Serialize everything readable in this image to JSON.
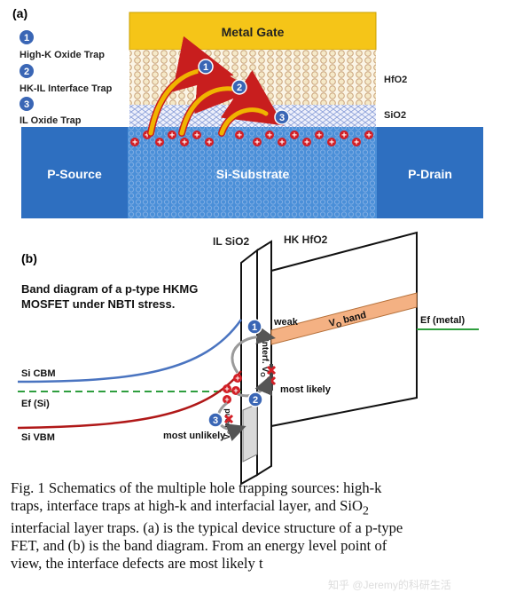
{
  "panel_a": {
    "tag": "(a)",
    "legend": [
      {
        "number": "1",
        "label": "High-K Oxide Trap"
      },
      {
        "number": "2",
        "label": "HK-IL Interface Trap"
      },
      {
        "number": "3",
        "label": "IL Oxide Trap"
      }
    ],
    "metal_gate": "Metal Gate",
    "hfo2": "HfO2",
    "sio2": "SiO2",
    "source": "P-Source",
    "substrate": "Si-Substrate",
    "drain": "P-Drain",
    "hole_symbol": "+",
    "colors": {
      "gate": "#f5c518",
      "source_drain": "#2e6fc0",
      "substrate": "#4a8fd8",
      "hole": "#d31f26",
      "arrow": "#f0b400"
    }
  },
  "panel_b": {
    "tag": "(b)",
    "il_label": "IL SiO2",
    "hk_label": "HK HfO2",
    "title_line1": "Band diagram of a p-type HKMG",
    "title_line2": "MOSFET under NBTI stress.",
    "weak": "weak",
    "vo_band_prefix": "V",
    "vo_band_sub": "O",
    "vo_band_suffix": " band",
    "ef_metal": "Ef (metal)",
    "interf_prefix": "Interf. V",
    "interf_sub": "O",
    "most_likely": "most likely",
    "most_unlikely": "most unlikely",
    "si_cbm": "Si CBM",
    "ef_si": "Ef (Si)",
    "si_vbm": "Si VBM",
    "badges": [
      "1",
      "2",
      "3"
    ],
    "colors": {
      "cbm": "#4a74c0",
      "ef": "#2e9e3e",
      "vbm": "#b01818",
      "vo_band": "#f4b183",
      "badge": "#3a66b5"
    }
  },
  "caption": {
    "l1": "Fig. 1 Schematics of the multiple hole trapping sources: high-k",
    "l2": "traps, interface traps at high-k and interfacial layer, and SiO",
    "l2_sub": "2",
    "l3": "interfacial layer traps. (a) is the typical device structure of a p-type",
    "l4": "FET, and (b) is the band diagram. From an energy level point of",
    "l5": "view, the interface defects are most likely t"
  },
  "watermark": "知乎 @Jeremy的科研生活"
}
